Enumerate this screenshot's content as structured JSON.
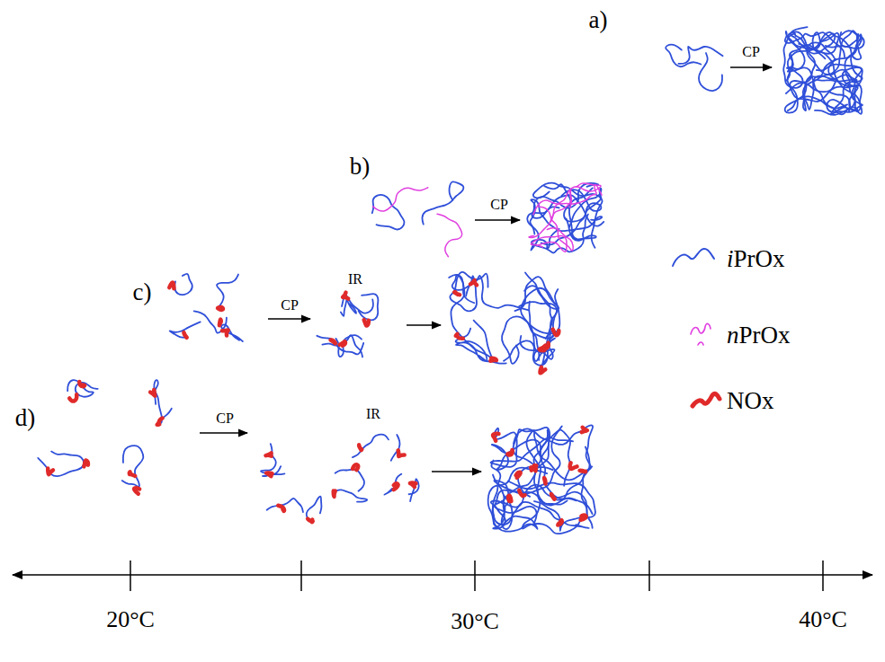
{
  "diagram": {
    "labels": [
      "a)",
      "b)",
      "c)",
      "d)",
      "CP",
      "CP",
      "CP",
      "CP",
      "IR",
      "IR",
      "20°C",
      "30°C",
      "40°C"
    ],
    "legend": [
      {
        "text": "iPrOx"
      },
      {
        "text": "nPrOx"
      },
      {
        "text": "NOx"
      }
    ]
  }
}
